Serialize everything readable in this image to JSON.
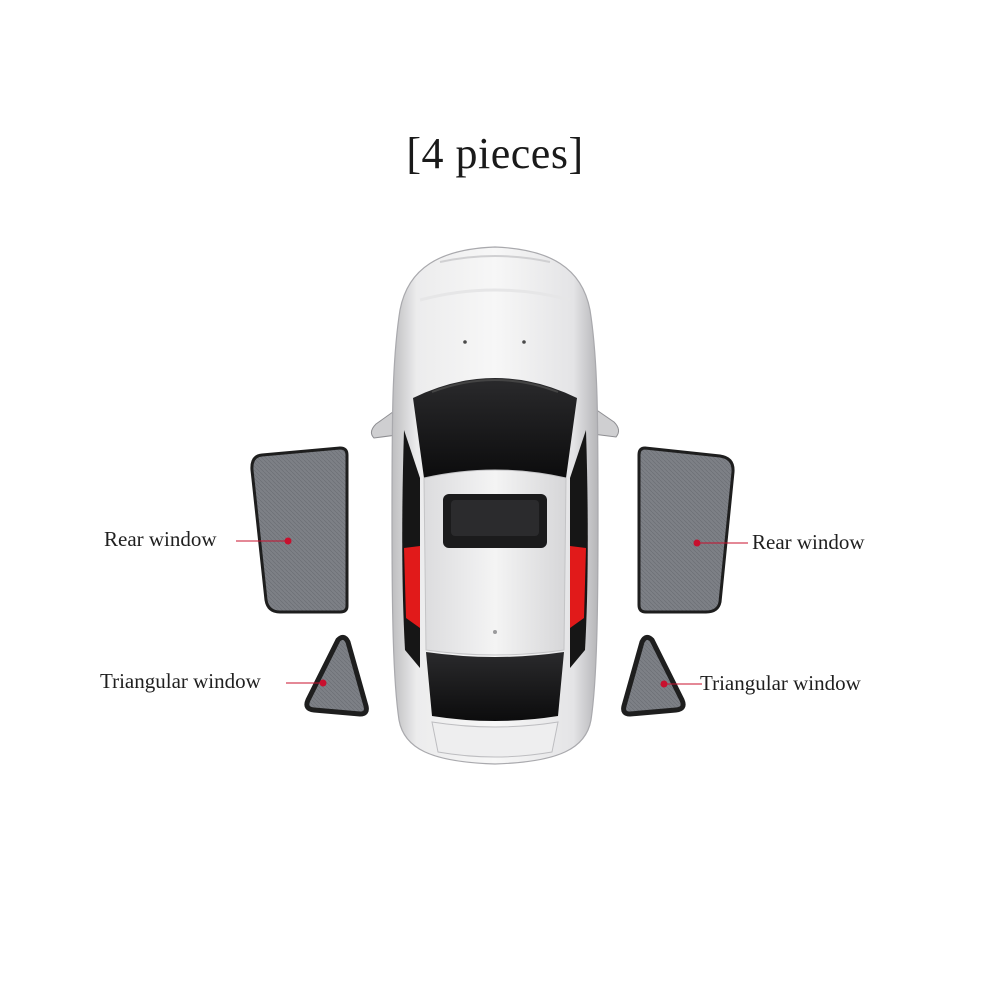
{
  "title": "[4 pieces]",
  "labels": {
    "rear_left": "Rear window",
    "rear_right": "Rear window",
    "triangular_left": "Triangular window",
    "triangular_right": "Triangular window"
  },
  "colors": {
    "car_body": "#e9e9ea",
    "glass": "#141414",
    "shade_fill": "#7f8288",
    "shade_frame": "#1e1e1e",
    "highlight_red": "#e11a1a",
    "pointer": "#c8102e"
  }
}
